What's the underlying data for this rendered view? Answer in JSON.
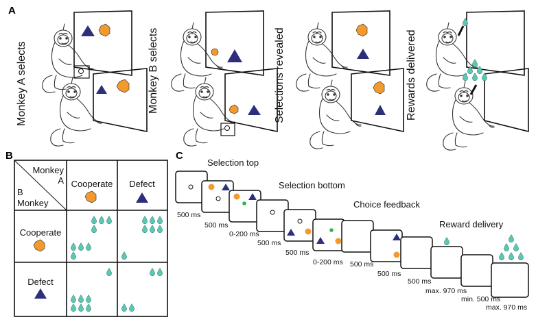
{
  "panels": {
    "a": "A",
    "b": "B",
    "c": "C"
  },
  "colors": {
    "orange": "#F39A2E",
    "navy": "#2E2F7A",
    "teal": "#5CC7B2",
    "green": "#2DB34A"
  },
  "panel_a": {
    "titles": [
      "Monkey A selects",
      "Monkey B selects",
      "Selections revealed",
      "Rewards delivered"
    ]
  },
  "panel_b": {
    "corner_monkey_a": "Monkey",
    "corner_a": "A",
    "corner_b": "B",
    "corner_monkey_b": "Monkey",
    "col_headers": [
      "Cooperate",
      "Defect"
    ],
    "row_headers": [
      "Cooperate",
      "Defect"
    ],
    "payoffs": [
      {
        "row": "Cooperate",
        "col": "Cooperate",
        "monkey_a": 4,
        "monkey_b": 4
      },
      {
        "row": "Cooperate",
        "col": "Defect",
        "monkey_a": 6,
        "monkey_b": 1
      },
      {
        "row": "Defect",
        "col": "Cooperate",
        "monkey_a": 1,
        "monkey_b": 6
      },
      {
        "row": "Defect",
        "col": "Defect",
        "monkey_a": 2,
        "monkey_b": 2
      }
    ]
  },
  "panel_c": {
    "stage_labels": [
      "Selection top",
      "Selection bottom",
      "Choice feedback",
      "Reward delivery"
    ],
    "durations": [
      "500 ms",
      "500 ms",
      "0-200 ms",
      "500 ms",
      "500 ms",
      "0-200 ms",
      "500 ms",
      "500 ms",
      "500 ms",
      "max. 970 ms",
      "min. 500 ms",
      "max. 970 ms"
    ]
  }
}
